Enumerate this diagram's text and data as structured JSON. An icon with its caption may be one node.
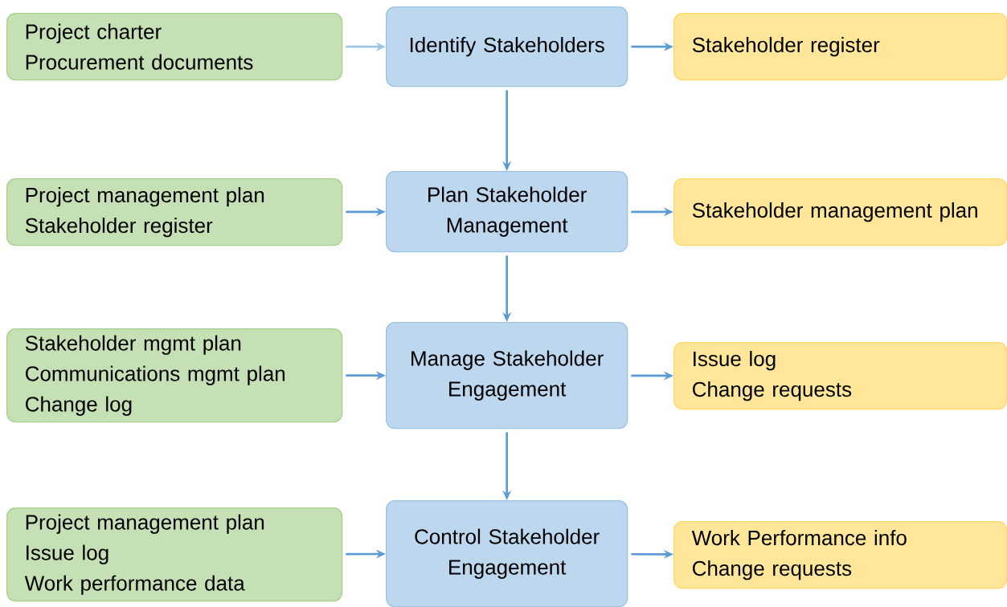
{
  "diagram": {
    "nodes": [
      {
        "text": [
          "Project charter",
          "Procurement documents"
        ]
      },
      {
        "text": [
          "Identify Stakeholders"
        ]
      },
      {
        "text": [
          "Stakeholder register"
        ]
      },
      {
        "text": [
          "Project management plan",
          "Stakeholder register"
        ]
      },
      {
        "text": [
          "Plan Stakeholder Management"
        ]
      },
      {
        "text": [
          "Stakeholder management plan"
        ]
      },
      {
        "text": [
          "Stakeholder mgmt plan",
          "Communications mgmt plan",
          "Change log"
        ]
      },
      {
        "text": [
          "Manage Stakeholder Engagement"
        ]
      },
      {
        "text": [
          "Issue log",
          "Change requests"
        ]
      },
      {
        "text": [
          "Project management plan",
          "Issue log",
          "Work performance data"
        ]
      },
      {
        "text": [
          "Control Stakeholder Engagement"
        ]
      },
      {
        "text": [
          "Work Performance info",
          "Change requests"
        ]
      }
    ],
    "edges": [
      {
        "from": 0,
        "to": 1,
        "arrow": "to",
        "color": "#9dc3e6"
      },
      {
        "from": 1,
        "to": 2,
        "arrow": "to"
      },
      {
        "from": 1,
        "to": 4,
        "arrow": "to"
      },
      {
        "from": 3,
        "to": 4,
        "arrow": "to"
      },
      {
        "from": 4,
        "to": 5,
        "arrow": "to"
      },
      {
        "from": 4,
        "to": 7,
        "arrow": "to"
      },
      {
        "from": 6,
        "to": 7,
        "arrow": "to"
      },
      {
        "from": 7,
        "to": 8,
        "arrow": "to"
      },
      {
        "from": 7,
        "to": 10,
        "arrow": "to"
      },
      {
        "from": 9,
        "to": 10,
        "arrow": "to"
      },
      {
        "from": 10,
        "to": 11,
        "arrow": "to"
      }
    ]
  }
}
